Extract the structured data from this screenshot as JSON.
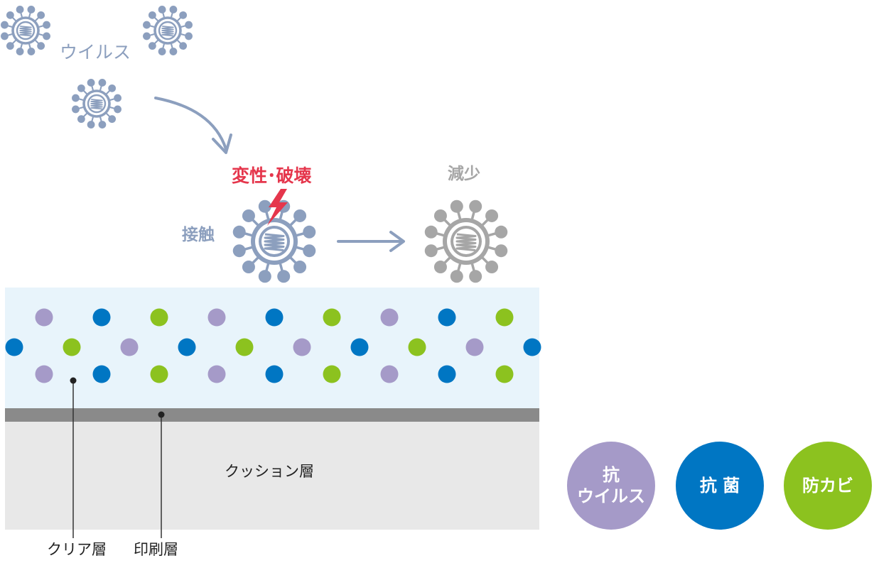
{
  "labels": {
    "virus": "ウイルス",
    "contact": "接触",
    "denature": "変性･破壊",
    "reduce": "減少",
    "cushion_layer": "クッション層",
    "clear_layer": "クリア層",
    "print_layer": "印刷層"
  },
  "badges": [
    {
      "line1": "抗",
      "line2": "ウイルス",
      "color": "#a59ac8"
    },
    {
      "line1": "抗 菌",
      "line2": "",
      "color": "#0076c3"
    },
    {
      "line1": "防カビ",
      "line2": "",
      "color": "#8cc21f"
    }
  ],
  "colors": {
    "virus": "#8c9fbe",
    "virus_reduced": "#a6a6a6",
    "lightning": "#e5364c",
    "clear_layer": "#e8f4fb",
    "print_layer": "#8a8a8a",
    "cushion_layer": "#e8e8e8",
    "particle_purple": "#a59ac8",
    "particle_blue": "#0076c3",
    "particle_green": "#8cc21f"
  }
}
